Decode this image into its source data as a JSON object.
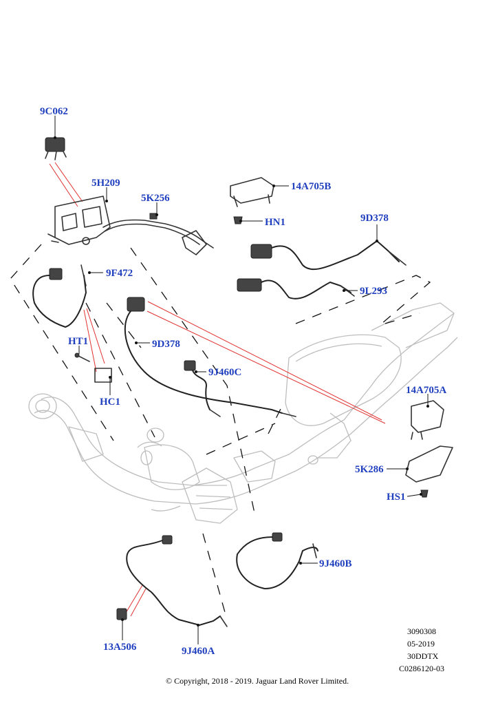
{
  "callouts": [
    {
      "id": "9C062",
      "text": "9C062"
    },
    {
      "id": "5H209",
      "text": "5H209"
    },
    {
      "id": "5K256",
      "text": "5K256"
    },
    {
      "id": "14A705B",
      "text": "14A705B"
    },
    {
      "id": "HN1",
      "text": "HN1"
    },
    {
      "id": "9D378-top",
      "text": "9D378"
    },
    {
      "id": "9F472",
      "text": "9F472"
    },
    {
      "id": "9L293",
      "text": "9L293"
    },
    {
      "id": "HT1",
      "text": "HT1"
    },
    {
      "id": "9D378-mid",
      "text": "9D378"
    },
    {
      "id": "9J460C",
      "text": "9J460C"
    },
    {
      "id": "HC1",
      "text": "HC1"
    },
    {
      "id": "14A705A",
      "text": "14A705A"
    },
    {
      "id": "5K286",
      "text": "5K286"
    },
    {
      "id": "HS1",
      "text": "HS1"
    },
    {
      "id": "9J460B",
      "text": "9J460B"
    },
    {
      "id": "13A506",
      "text": "13A506"
    },
    {
      "id": "9J460A",
      "text": "9J460A"
    }
  ],
  "reference": {
    "illustration_number": "3090308",
    "date": "05-2019",
    "engine_code": "30DDTX",
    "catalog_code": "C0286120-03"
  },
  "copyright": "© Copyright, 2018 - 2019. Jaguar Land Rover Limited.",
  "colors": {
    "callout_text": "#1f3fbf",
    "indicator_line": "#e23030",
    "exhaust_outline": "#bdbdbd"
  }
}
